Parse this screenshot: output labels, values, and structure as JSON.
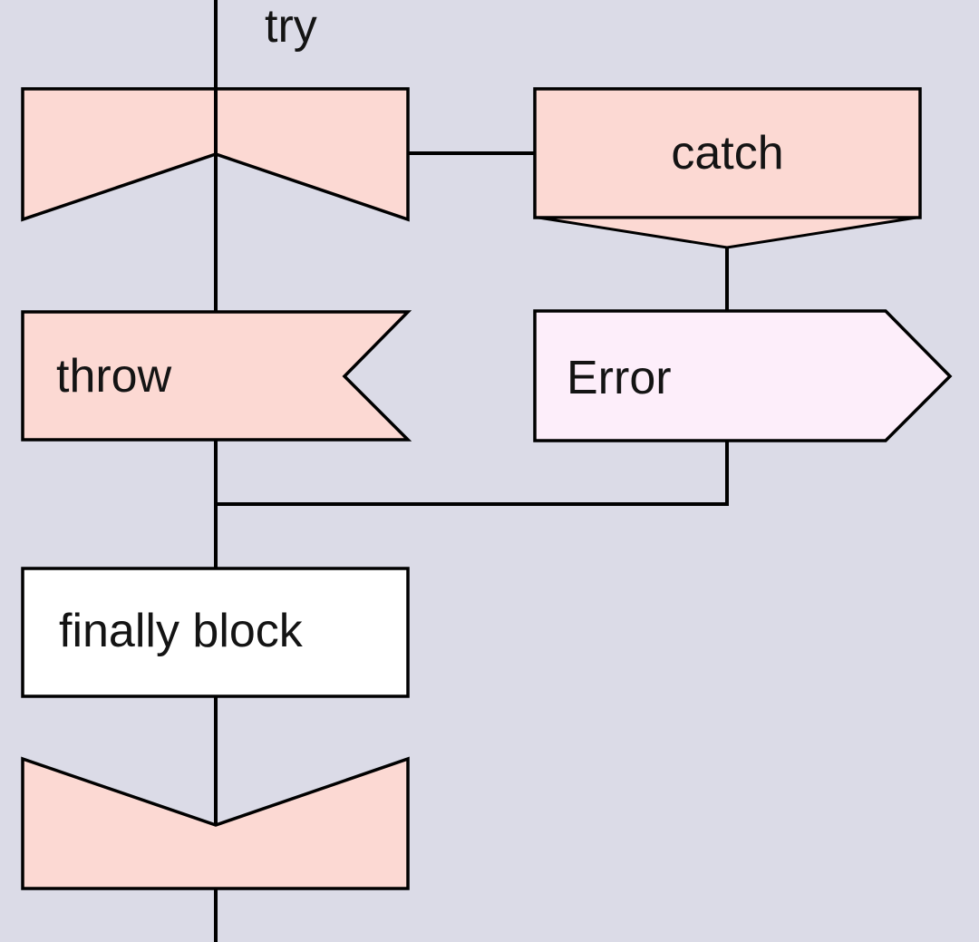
{
  "colors": {
    "background": "#dbdbe7",
    "stroke": "#000000",
    "node_pink": "#fcd9d3",
    "node_pale_pink": "#fdeefa",
    "node_white": "#ffffff",
    "text": "#141414"
  },
  "flowchart": {
    "edge_label": "try",
    "nodes": {
      "try_entry": {
        "label": "",
        "shape": "rect-notched-bottom"
      },
      "catch": {
        "label": "catch",
        "shape": "rect-with-down-pointer"
      },
      "throw": {
        "label": "throw",
        "shape": "flag-notched-right"
      },
      "error": {
        "label": "Error",
        "shape": "signal-right-pentagon"
      },
      "finally": {
        "label": "finally block",
        "shape": "rect"
      },
      "try_exit": {
        "label": "",
        "shape": "rect-notched-top"
      }
    }
  }
}
